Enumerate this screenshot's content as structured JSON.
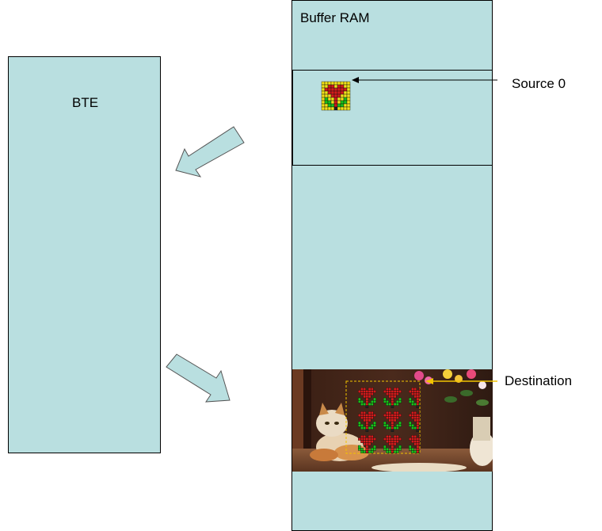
{
  "bte": {
    "label": "BTE"
  },
  "buffer_ram": {
    "label": "Buffer RAM"
  },
  "source": {
    "label": "Source 0"
  },
  "destination": {
    "label": "Destination"
  },
  "colors": {
    "block_fill": "#b9dfe0",
    "outline": "#000000",
    "destination_pointer": "#f2c400",
    "tile_red": "#d31b1b",
    "tile_green": "#19c21a",
    "tile_yellow": "#f2e21a"
  },
  "icons": [
    "hollow-arrow-icon",
    "pointer-arrow-icon"
  ]
}
